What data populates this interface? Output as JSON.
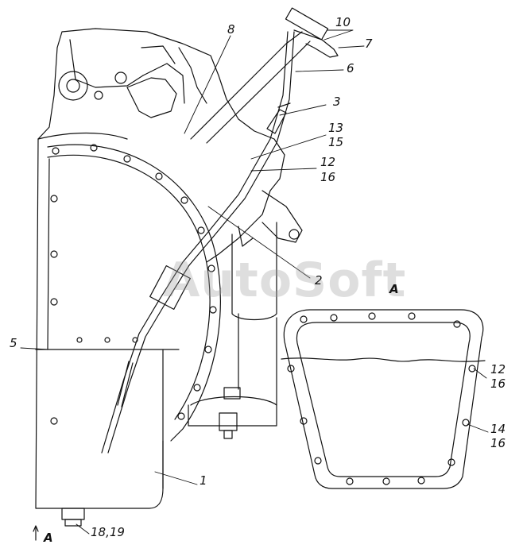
{
  "watermark": "AutoSoft",
  "view_label": "A",
  "view_arrow_label": "A",
  "callouts": [
    {
      "id": "c10",
      "text": "10"
    },
    {
      "id": "c7",
      "text": "7"
    },
    {
      "id": "c8",
      "text": "8"
    },
    {
      "id": "c6",
      "text": "6"
    },
    {
      "id": "c3",
      "text": "3"
    },
    {
      "id": "c13",
      "text": "13"
    },
    {
      "id": "c15",
      "text": "15"
    },
    {
      "id": "c12a",
      "text": "12"
    },
    {
      "id": "c16a",
      "text": "16"
    },
    {
      "id": "c2",
      "text": "2"
    },
    {
      "id": "c5",
      "text": "5"
    },
    {
      "id": "c12b",
      "text": "12"
    },
    {
      "id": "c16b",
      "text": "16"
    },
    {
      "id": "c14",
      "text": "14"
    },
    {
      "id": "c16c",
      "text": "16"
    },
    {
      "id": "c1",
      "text": "1"
    },
    {
      "id": "c1819",
      "text": "18,19"
    }
  ]
}
